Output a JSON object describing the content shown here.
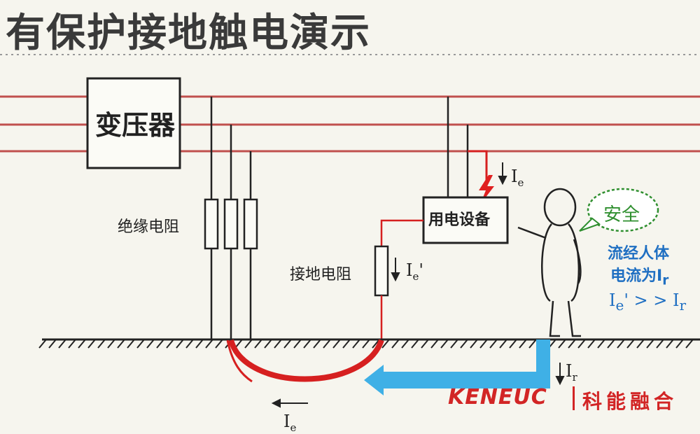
{
  "title": "有保护接地触电演示",
  "labels": {
    "transformer": "变压器",
    "insulation_resistance": "绝缘电阻",
    "grounding_resistance": "接地电阻",
    "equipment": "用电设备",
    "safe": "安全"
  },
  "currents": {
    "ie_symbol": "I",
    "ie_sub": "e",
    "ie_prime_sub": "e",
    "ie_prime_mark": "'",
    "ir_symbol": "I",
    "ir_sub": "r"
  },
  "note": {
    "line1": "流经人体",
    "line2_prefix": "电流为I",
    "line2_sub": "r",
    "line3_a": "I",
    "line3_a_sub": "e",
    "line3_mid": "' > > I",
    "line3_b_sub": "r"
  },
  "brand": {
    "name": "KENEUC",
    "cn": "科能融合"
  },
  "colors": {
    "power_line": "#c0504d",
    "fault_path": "#d62020",
    "current_arrow": "#3fb0e6",
    "note_text": "#1f6fc2",
    "safe_text": "#2f8f2f",
    "brand": "#d22525"
  }
}
